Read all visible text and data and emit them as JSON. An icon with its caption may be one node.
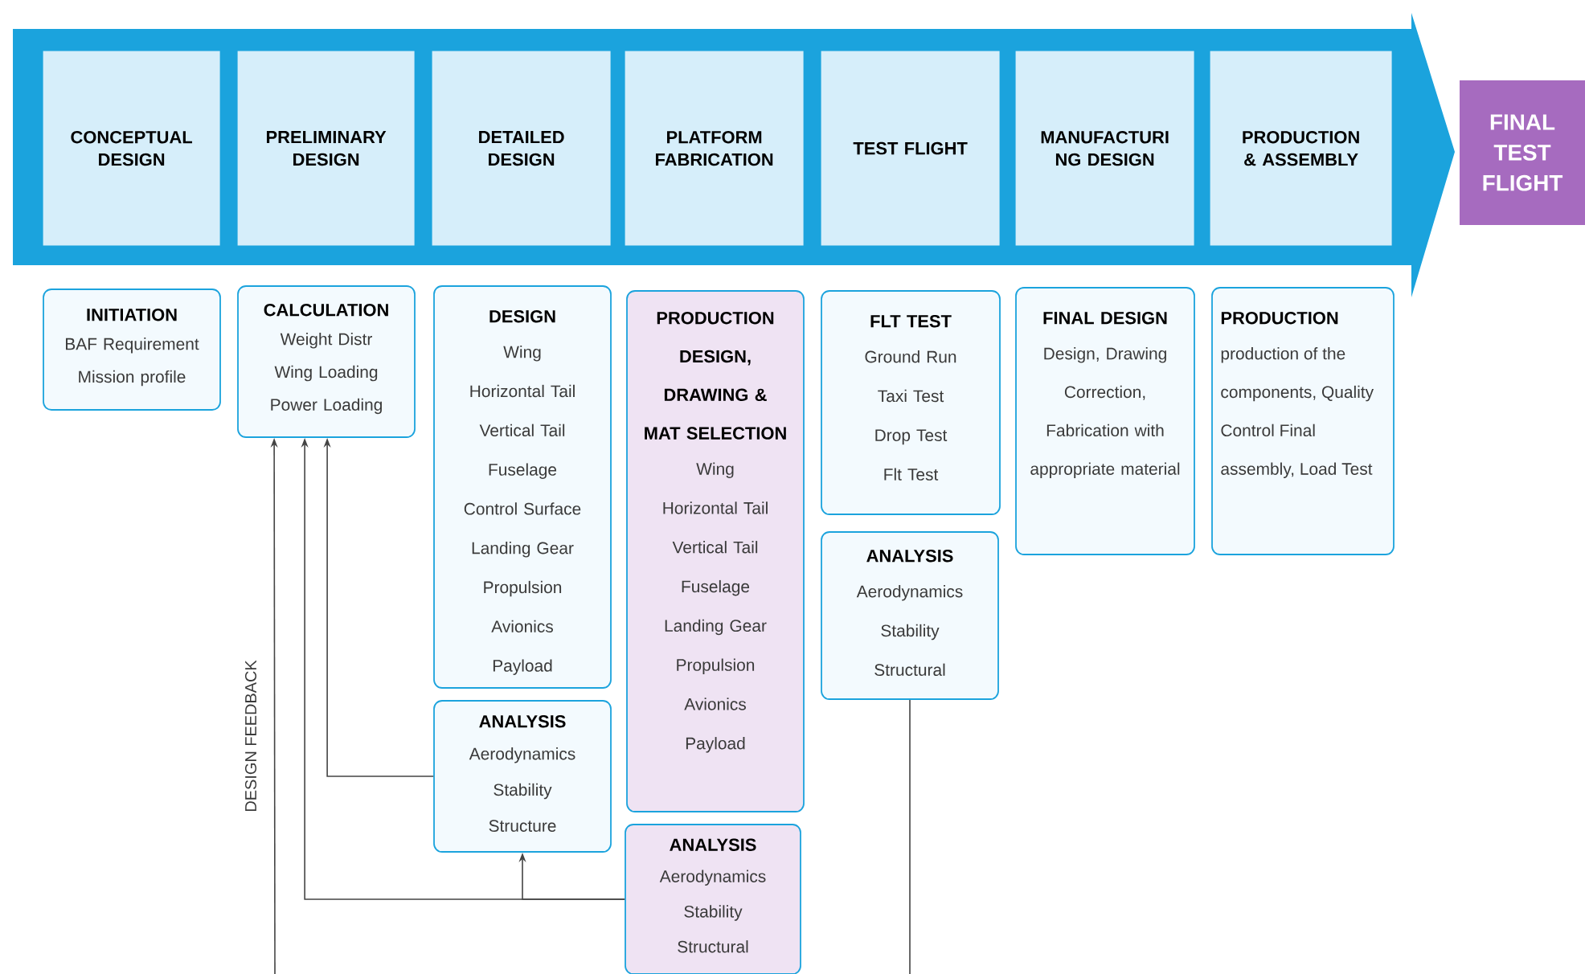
{
  "diagram": {
    "nodes": [
      {
        "text": [],
        "shape": "arrow"
      },
      {
        "text": [
          "CONCEPTUAL DESIGN"
        ],
        "in": 0
      },
      {
        "text": [
          "PRELIMINARY DESIGN"
        ],
        "in": 0
      },
      {
        "text": [
          "DETAILED DESIGN"
        ],
        "in": 0
      },
      {
        "text": [
          "PLATFORM FABRICATION"
        ],
        "in": 0
      },
      {
        "text": [
          "TEST FLIGHT"
        ],
        "in": 0
      },
      {
        "text": [
          "MANUFACTURI NG DESIGN"
        ],
        "in": 0
      },
      {
        "text": [
          "PRODUCTION & ASSEMBLY"
        ],
        "in": 0
      },
      {
        "text": [
          "FINAL TEST FLIGHT"
        ]
      },
      {
        "text": [
          "INITIATION",
          "BAF Requirement",
          "Mission profile"
        ]
      },
      {
        "text": [
          "CALCULATION",
          "Weight Distr",
          "Wing Loading",
          "Power Loading"
        ]
      },
      {
        "text": [
          "DESIGN",
          "Wing",
          "Horizontal Tail",
          "Vertical Tail",
          "Fuselage",
          "Control Surface",
          "Landing Gear",
          "Propulsion",
          "Avionics",
          "Payload"
        ]
      },
      {
        "text": [
          "PRODUCTION DESIGN, DRAWING & MAT SELECTION",
          "Wing",
          "Horizontal Tail",
          "Vertical Tail",
          "Fuselage",
          "Landing Gear",
          "Propulsion",
          "Avionics",
          "Payload"
        ]
      },
      {
        "text": [
          "FLT TEST",
          "Ground Run",
          "Taxi Test",
          "Drop Test",
          "Flt Test"
        ]
      },
      {
        "text": [
          "FINAL DESIGN",
          "Design, Drawing Correction, Fabrication with appropriate material"
        ]
      },
      {
        "text": [
          "PRODUCTION",
          "production of the components, Quality Control Final assembly, Load Test"
        ]
      },
      {
        "text": [
          "ANALYSIS",
          "Aerodynamics",
          "Stability",
          "Structure"
        ]
      },
      {
        "text": [
          "ANALYSIS",
          "Aerodynamics",
          "Stability",
          "Structural"
        ]
      },
      {
        "text": [
          "ANALYSIS",
          "Aerodynamics",
          "Stability",
          "Structural"
        ]
      }
    ],
    "edges": [
      {
        "from": 16,
        "to": 10,
        "arrow": "to"
      },
      {
        "from": 17,
        "to": 10,
        "arrow": "to"
      },
      {
        "from": 17,
        "to": 16,
        "arrow": "to"
      },
      {
        "from": null,
        "to": 10,
        "arrow": "to"
      },
      {
        "from": 18,
        "to": null,
        "arrow": "none"
      }
    ],
    "labels": [
      "DESIGN FEEDBACK"
    ]
  }
}
